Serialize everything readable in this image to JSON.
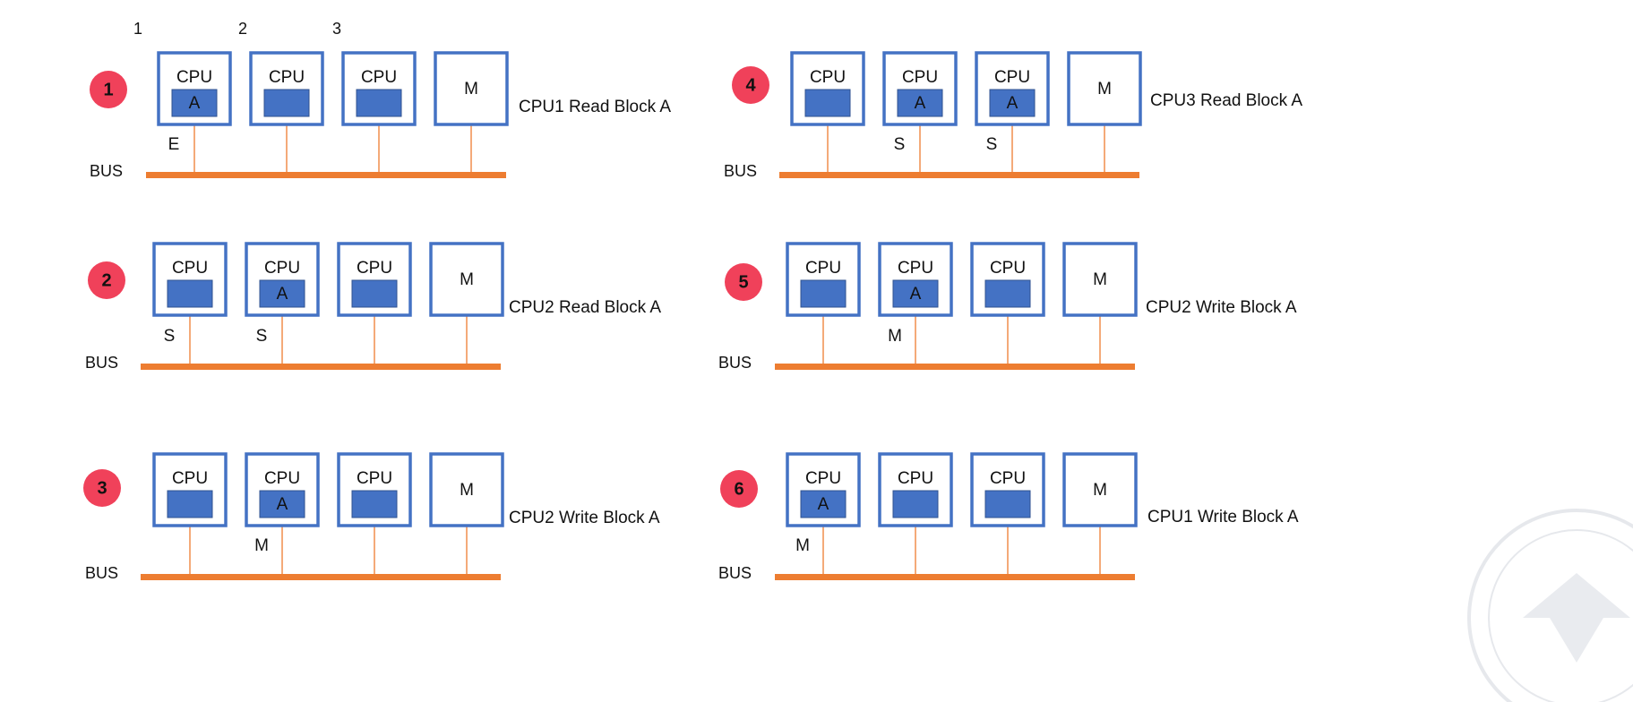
{
  "colors": {
    "box_border": "#4472c4",
    "cache_fill": "#4472c4",
    "bus": "#ed7d31",
    "badge": "#f0415a",
    "badge_text": "#ffffff",
    "text": "#111111"
  },
  "cpu_numbers": [
    "1",
    "2",
    "3"
  ],
  "scenarios": [
    {
      "step": "1",
      "caption": "CPU1 Read Block A",
      "bus_label": "BUS",
      "nodes": [
        {
          "label": "CPU",
          "cache": "A",
          "state": "E"
        },
        {
          "label": "CPU",
          "cache": "",
          "state": ""
        },
        {
          "label": "CPU",
          "cache": "",
          "state": ""
        },
        {
          "label": "M"
        }
      ]
    },
    {
      "step": "2",
      "caption": "CPU2 Read Block A",
      "bus_label": "BUS",
      "nodes": [
        {
          "label": "CPU",
          "cache": "",
          "state": "S"
        },
        {
          "label": "CPU",
          "cache": "A",
          "state": "S"
        },
        {
          "label": "CPU",
          "cache": "",
          "state": ""
        },
        {
          "label": "M"
        }
      ]
    },
    {
      "step": "3",
      "caption": "CPU2 Write Block A",
      "bus_label": "BUS",
      "nodes": [
        {
          "label": "CPU",
          "cache": "",
          "state": ""
        },
        {
          "label": "CPU",
          "cache": "A",
          "state": "M"
        },
        {
          "label": "CPU",
          "cache": "",
          "state": ""
        },
        {
          "label": "M"
        }
      ]
    },
    {
      "step": "4",
      "caption": "CPU3 Read Block A",
      "bus_label": "BUS",
      "nodes": [
        {
          "label": "CPU",
          "cache": "",
          "state": ""
        },
        {
          "label": "CPU",
          "cache": "A",
          "state": "S"
        },
        {
          "label": "CPU",
          "cache": "A",
          "state": "S"
        },
        {
          "label": "M"
        }
      ]
    },
    {
      "step": "5",
      "caption": "CPU2 Write Block A",
      "bus_label": "BUS",
      "nodes": [
        {
          "label": "CPU",
          "cache": "",
          "state": ""
        },
        {
          "label": "CPU",
          "cache": "A",
          "state": "M"
        },
        {
          "label": "CPU",
          "cache": "",
          "state": ""
        },
        {
          "label": "M"
        }
      ]
    },
    {
      "step": "6",
      "caption": "CPU1 Write Block A",
      "bus_label": "BUS",
      "nodes": [
        {
          "label": "CPU",
          "cache": "A",
          "state": "M"
        },
        {
          "label": "CPU",
          "cache": "",
          "state": ""
        },
        {
          "label": "CPU",
          "cache": "",
          "state": ""
        },
        {
          "label": "M"
        }
      ]
    }
  ]
}
